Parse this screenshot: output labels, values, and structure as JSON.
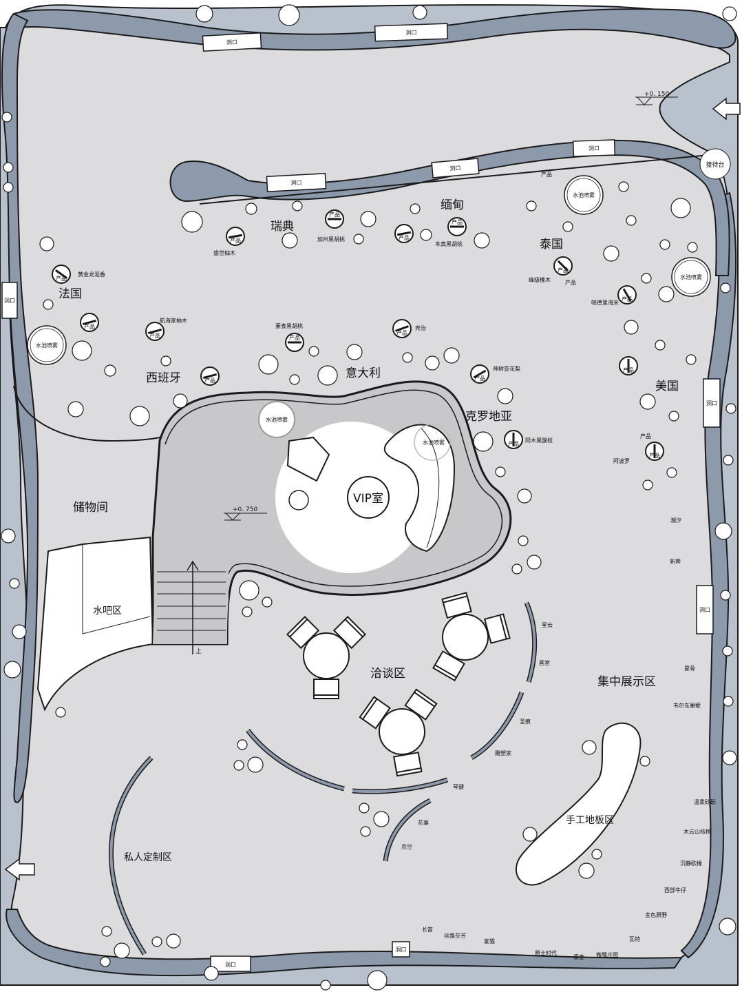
{
  "colors": {
    "floor": "#dcdcde",
    "wall": "#8c9aab",
    "wall_dark": "#6f7d8e",
    "outline": "#1a1a1a",
    "white": "#ffffff",
    "vip_floor": "#c8c8ca"
  },
  "regions": {
    "france": "法国",
    "sweden": "瑞典",
    "myanmar": "缅甸",
    "thailand": "泰国",
    "spain": "西班牙",
    "italy": "意大利",
    "croatia": "克罗地亚",
    "usa": "美国",
    "storage": "储物间",
    "water_bar": "水吧区",
    "negotiation": "洽谈区",
    "vip": "VIP室",
    "exhibition": "集中展示区",
    "handcraft": "手工地板区",
    "custom": "私人定制区",
    "reception": "接待台"
  },
  "elevations": {
    "top": "+0. 150",
    "mid": "+0. 750"
  },
  "stairs_up": "上",
  "openings": [
    "洞口",
    "洞口",
    "洞口",
    "洞口",
    "洞口",
    "洞口",
    "洞口",
    "洞口",
    "洞口"
  ],
  "fountains": [
    "水池喷雾",
    "水池喷雾",
    "水池喷雾",
    "水池喷雾",
    "水池喷雾"
  ],
  "product_tag": "产品",
  "products": {
    "p1": "黄金龙涎香",
    "p2": "盛世柚木",
    "p3": "加州黑胡桃",
    "p4": "本真黑胡桃",
    "p5": "峰级橡木",
    "p6": "帕德里海米",
    "p7": "航海家柚木",
    "p8": "素食黑胡桃",
    "p9": "宾治",
    "p10": "神树亚花梨",
    "p11": "阳木黑酸枝",
    "p12": "阿波罗"
  },
  "right_items": [
    "潮汐",
    "新霁",
    "星骨",
    "韦尔东厘壁",
    "温柔砂砾",
    "木云山核桃",
    "沉静欧橡",
    "西部牛仔",
    "金色原野",
    "瓦特",
    "微醺庄园"
  ],
  "bottom_items": [
    "长笛",
    "丝路芬芳",
    "宴猫",
    "爵士时代",
    "鎏金"
  ],
  "ring_items": [
    "星云",
    "画室",
    "圣痕",
    "雕塑家",
    "琴键",
    "花事",
    "恋空"
  ]
}
